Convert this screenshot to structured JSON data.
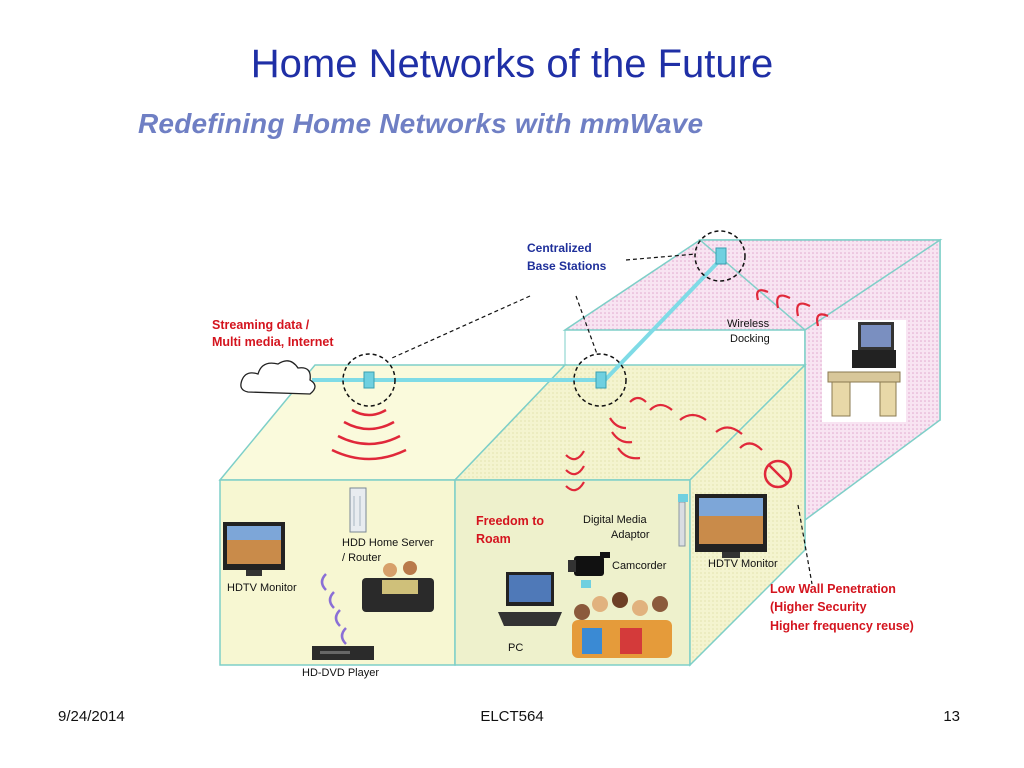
{
  "slide": {
    "title": "Home Networks of the Future",
    "subtitle": "Redefining Home Networks with mmWave"
  },
  "diagram": {
    "labels": {
      "base_stations_line1": "Centralized",
      "base_stations_line2": "Base Stations",
      "streaming_line1": "Streaming data /",
      "streaming_line2": "Multi media, Internet",
      "wireless_docking_line1": "Wireless",
      "wireless_docking_line2": "Docking",
      "hdd_server_line1": "HDD Home Server",
      "hdd_server_line2": "/ Router",
      "hdtv_monitor_left": "HDTV Monitor",
      "hd_dvd_player": "HD-DVD Player",
      "freedom_line1": "Freedom to",
      "freedom_line2": "Roam",
      "digital_media_line1": "Digital Media",
      "digital_media_line2": "Adaptor",
      "camcorder": "Camcorder",
      "hdtv_monitor_right": "HDTV Monitor",
      "pc": "PC",
      "low_wall_line1": "Low Wall Penetration",
      "low_wall_line2": "(Higher Security",
      "low_wall_line3": "Higher frequency reuse)"
    },
    "colors": {
      "room_left": "#f7f7d2",
      "room_middle": "#eef1cc",
      "room_right": "#f6dcef",
      "room_edge": "#7ecfc8",
      "link": "#7fdbe6",
      "wave": "#e0283a",
      "label_blue": "#1e2f9a",
      "label_red": "#d4141e"
    }
  },
  "footer": {
    "date": "9/24/2014",
    "course": "ELCT564",
    "page": "13"
  }
}
